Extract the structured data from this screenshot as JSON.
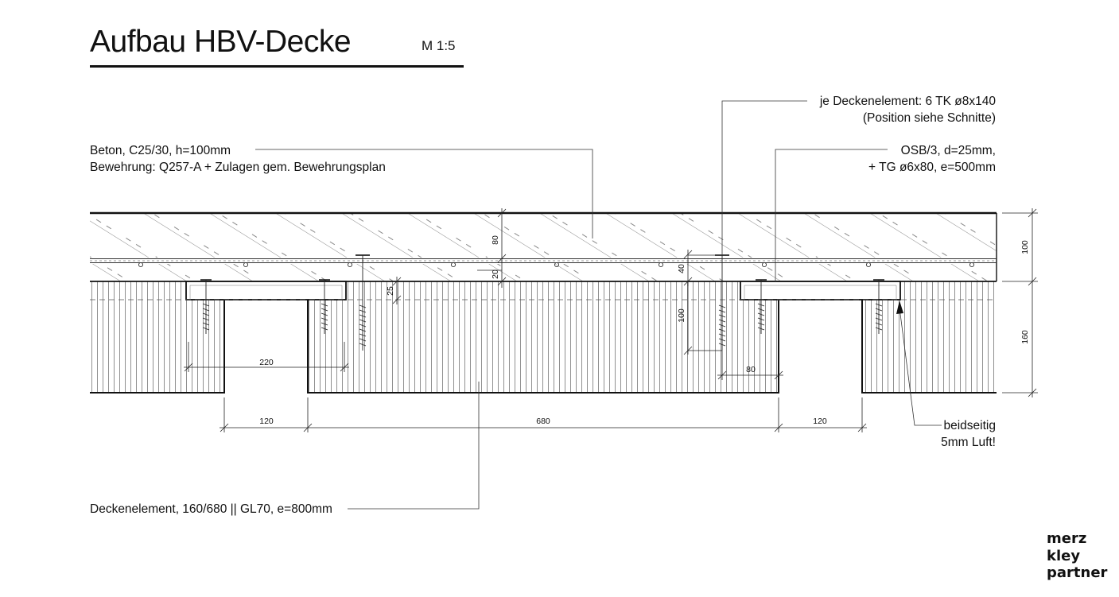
{
  "title": "Aufbau HBV-Decke",
  "scale": "M 1:5",
  "labels": {
    "beton_line1": "Beton, C25/30, h=100mm",
    "beton_line2": "Bewehrung: Q257-A + Zulagen gem. Bewehrungsplan",
    "tk_line1": "je Deckenelement: 6 TK ø8x140",
    "tk_line2": "(Position siehe Schnitte)",
    "osb_line1": "OSB/3, d=25mm,",
    "osb_line2": "+ TG ø6x80, e=500mm",
    "luft_line1": "beidseitig",
    "luft_line2": "5mm Luft!",
    "element": "Deckenelement, 160/680 || GL70, e=800mm"
  },
  "dimensions": {
    "d100_right": "100",
    "d160_right": "160",
    "d80_top": "80",
    "d20": "20",
    "d40": "40",
    "d25": "25",
    "d100_inner": "100",
    "d80_small": "80",
    "d220": "220",
    "d120_left": "120",
    "d680": "680",
    "d120_right": "120"
  },
  "logo": {
    "line1": "merz",
    "line2": "kley",
    "line3": "partner"
  }
}
